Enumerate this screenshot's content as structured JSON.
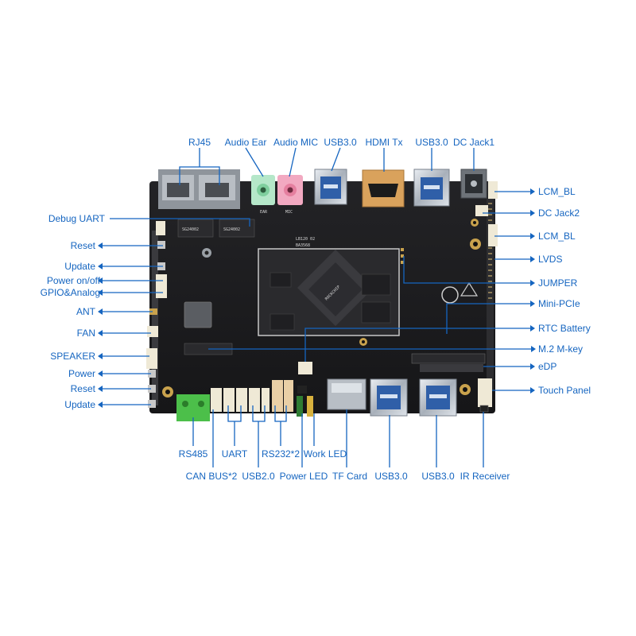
{
  "labels": {
    "top": {
      "rj45": "RJ45",
      "audio_ear": "Audio Ear",
      "audio_mic": "Audio MIC",
      "usb30_top": "USB3.0",
      "hdmi_tx": "HDMI Tx",
      "usb30_top2": "USB3.0",
      "dc_jack1": "DC Jack1"
    },
    "left": {
      "debug_uart": "Debug UART",
      "reset": "Reset",
      "update": "Update",
      "power_onoff": "Power on/off",
      "gpio_analog": "GPIO&Analog",
      "ant": "ANT",
      "fan": "FAN",
      "speaker": "SPEAKER",
      "power": "Power",
      "reset2": "Reset",
      "update2": "Update"
    },
    "right": {
      "lcm_bl": "LCM_BL",
      "dc_jack2": "DC Jack2",
      "lcm_bl2": "LCM_BL",
      "lvds": "LVDS",
      "jumper": "JUMPER",
      "mini_pcie": "Mini-PCIe",
      "rtc_battery": "RTC Battery",
      "m2_mkey": "M.2 M-key",
      "edp": "eDP",
      "touch_panel": "Touch Panel"
    },
    "bottom": {
      "rs485": "RS485",
      "uart": "UART",
      "rs232": "RS232*2",
      "work_led": "Work LED",
      "can_bus": "CAN BUS*2",
      "usb20": "USB2.0",
      "power_led": "Power LED",
      "tf_card": "TF Card",
      "usb30_a": "USB3.0",
      "usb30_b": "USB3.0",
      "ir_receiver": "IR Receiver"
    }
  },
  "silkscreen": {
    "chip1": "SG24002",
    "chip2": "SG24002",
    "soc_label": "LB120 02",
    "soc_name": "BA3568",
    "soc_brand": "ROCKCHIP",
    "ear": "EAR",
    "mic": "MIC"
  },
  "colors": {
    "label": "#1565c0",
    "board": "#1c1c1e",
    "header_green": "#4cbf4a",
    "audio_green": "#b5e7c9",
    "audio_pink": "#f2a9c1",
    "hdmi_gold": "#d9a25c"
  }
}
